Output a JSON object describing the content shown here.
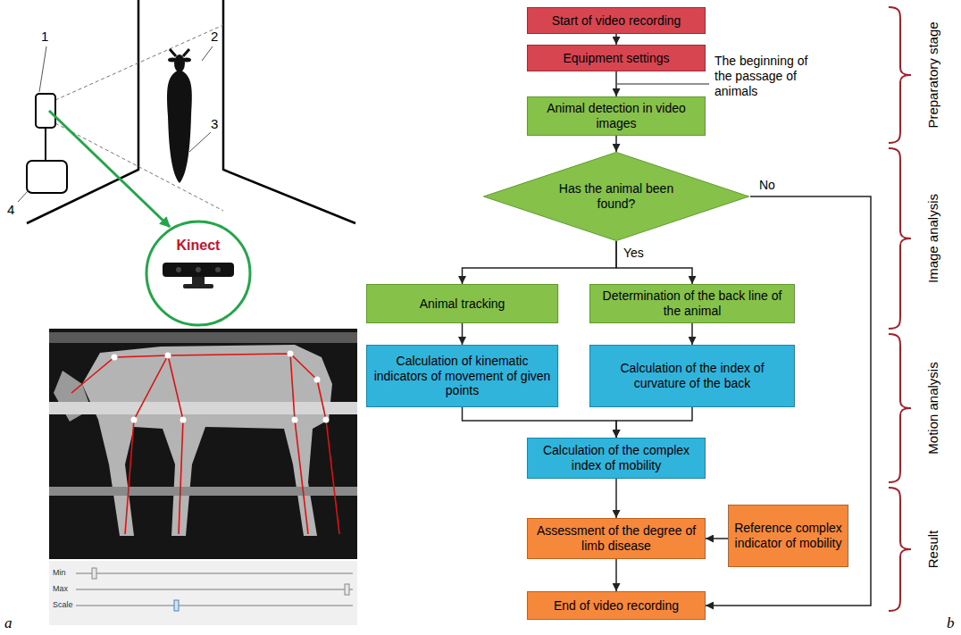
{
  "diagram": {
    "nodes": [
      {
        "text": [
          "Start of video recording"
        ]
      },
      {
        "text": [
          "Equipment settings"
        ]
      },
      {
        "text": [
          "Animal detection in video images"
        ]
      },
      {
        "text": [
          "Has the animal been found?"
        ]
      },
      {
        "text": [
          "Animal tracking"
        ]
      },
      {
        "text": [
          "Determination of the back line of the animal"
        ]
      },
      {
        "text": [
          "Calculation of kinematic indicators of movement of given points"
        ]
      },
      {
        "text": [
          "Calculation of the index of curvature of the back"
        ]
      },
      {
        "text": [
          "Calculation of the complex index of mobility"
        ]
      },
      {
        "text": [
          "Assessment of the degree of limb disease"
        ]
      },
      {
        "text": [
          "Reference complex indicator of mobility"
        ]
      },
      {
        "text": [
          "End of video recording"
        ]
      }
    ],
    "edges": [
      {
        "from": 0,
        "to": 1,
        "arrow": "to"
      },
      {
        "from": 1,
        "to": 2,
        "arrow": "to"
      },
      {
        "from": 2,
        "to": 3,
        "arrow": "to"
      },
      {
        "from": 3,
        "to": 4,
        "label": "Yes",
        "arrow": "to"
      },
      {
        "from": 3,
        "to": 5,
        "arrow": "to"
      },
      {
        "from": 3,
        "to": 11,
        "label": "No",
        "arrow": "to"
      },
      {
        "from": 4,
        "to": 6,
        "arrow": "to"
      },
      {
        "from": 5,
        "to": 7,
        "arrow": "to"
      },
      {
        "from": 6,
        "to": 8,
        "arrow": "to"
      },
      {
        "from": 7,
        "to": 8,
        "arrow": "to"
      },
      {
        "from": 8,
        "to": 9,
        "arrow": "to"
      },
      {
        "from": 10,
        "to": 9,
        "arrow": "to"
      },
      {
        "from": 9,
        "to": 11,
        "arrow": "to"
      }
    ],
    "labels": [
      "The beginning of the passage of animals",
      "Preparatory stage",
      "Image analysis",
      "Motion analysis",
      "Result",
      "1",
      "2",
      "3",
      "4",
      "Kinect",
      "Min",
      "Max",
      "Scale",
      "a",
      "b"
    ]
  }
}
